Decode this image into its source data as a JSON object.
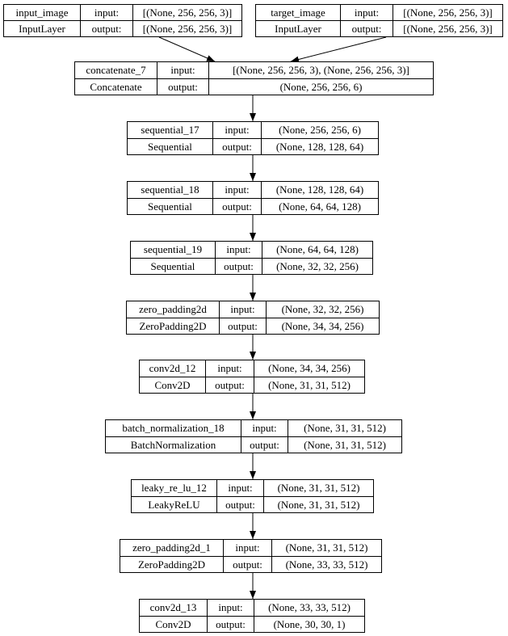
{
  "labels": {
    "input": "input:",
    "output": "output:"
  },
  "nodes": [
    {
      "name": "input_image",
      "type": "InputLayer",
      "input_shape": "[(None, 256, 256, 3)]",
      "output_shape": "[(None, 256, 256, 3)]"
    },
    {
      "name": "target_image",
      "type": "InputLayer",
      "input_shape": "[(None, 256, 256, 3)]",
      "output_shape": "[(None, 256, 256, 3)]"
    },
    {
      "name": "concatenate_7",
      "type": "Concatenate",
      "input_shape": "[(None, 256, 256, 3), (None, 256, 256, 3)]",
      "output_shape": "(None, 256, 256, 6)"
    },
    {
      "name": "sequential_17",
      "type": "Sequential",
      "input_shape": "(None, 256, 256, 6)",
      "output_shape": "(None, 128, 128, 64)"
    },
    {
      "name": "sequential_18",
      "type": "Sequential",
      "input_shape": "(None, 128, 128, 64)",
      "output_shape": "(None, 64, 64, 128)"
    },
    {
      "name": "sequential_19",
      "type": "Sequential",
      "input_shape": "(None, 64, 64, 128)",
      "output_shape": "(None, 32, 32, 256)"
    },
    {
      "name": "zero_padding2d",
      "type": "ZeroPadding2D",
      "input_shape": "(None, 32, 32, 256)",
      "output_shape": "(None, 34, 34, 256)"
    },
    {
      "name": "conv2d_12",
      "type": "Conv2D",
      "input_shape": "(None, 34, 34, 256)",
      "output_shape": "(None, 31, 31, 512)"
    },
    {
      "name": "batch_normalization_18",
      "type": "BatchNormalization",
      "input_shape": "(None, 31, 31, 512)",
      "output_shape": "(None, 31, 31, 512)"
    },
    {
      "name": "leaky_re_lu_12",
      "type": "LeakyReLU",
      "input_shape": "(None, 31, 31, 512)",
      "output_shape": "(None, 31, 31, 512)"
    },
    {
      "name": "zero_padding2d_1",
      "type": "ZeroPadding2D",
      "input_shape": "(None, 31, 31, 512)",
      "output_shape": "(None, 33, 33, 512)"
    },
    {
      "name": "conv2d_13",
      "type": "Conv2D",
      "input_shape": "(None, 33, 33, 512)",
      "output_shape": "(None, 30, 30, 1)"
    }
  ],
  "edges": [
    {
      "from": "input_image",
      "to": "concatenate_7"
    },
    {
      "from": "target_image",
      "to": "concatenate_7"
    },
    {
      "from": "concatenate_7",
      "to": "sequential_17"
    },
    {
      "from": "sequential_17",
      "to": "sequential_18"
    },
    {
      "from": "sequential_18",
      "to": "sequential_19"
    },
    {
      "from": "sequential_19",
      "to": "zero_padding2d"
    },
    {
      "from": "zero_padding2d",
      "to": "conv2d_12"
    },
    {
      "from": "conv2d_12",
      "to": "batch_normalization_18"
    },
    {
      "from": "batch_normalization_18",
      "to": "leaky_re_lu_12"
    },
    {
      "from": "leaky_re_lu_12",
      "to": "zero_padding2d_1"
    },
    {
      "from": "zero_padding2d_1",
      "to": "conv2d_13"
    }
  ],
  "colors": {
    "border": "#000000",
    "background": "#ffffff",
    "text": "#000000"
  }
}
